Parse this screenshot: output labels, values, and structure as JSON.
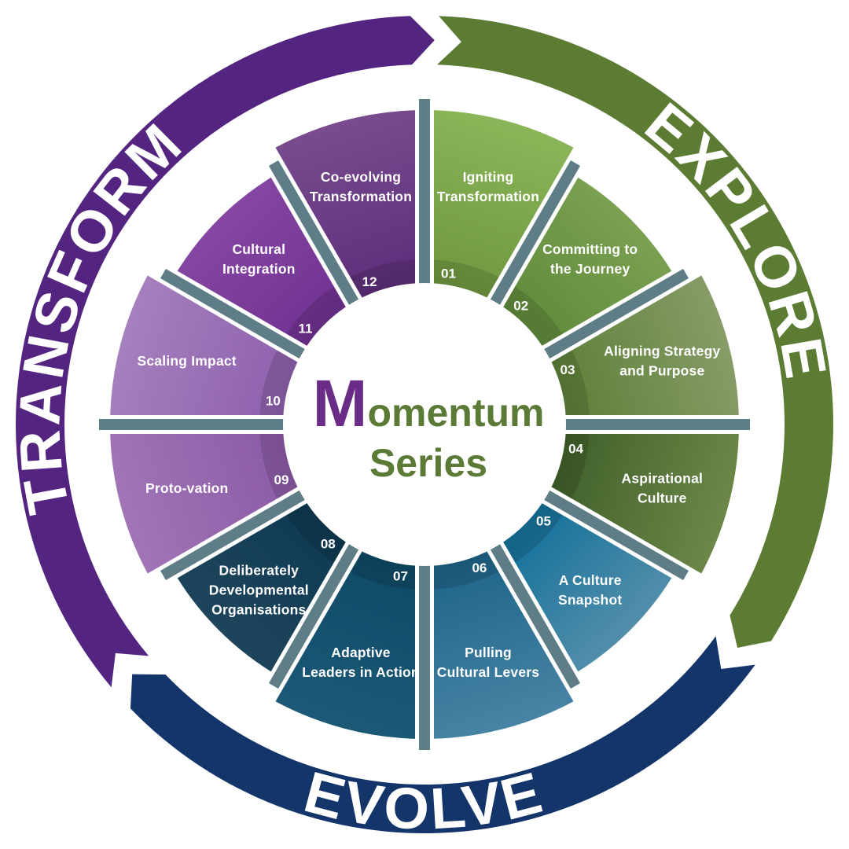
{
  "center": {
    "initial": "M",
    "line1_rest": "omentum",
    "line2": "Series",
    "initial_color": "#6a2c86",
    "text_color": "#5b7a35"
  },
  "phases": [
    {
      "label": "EXPLORE",
      "color": "#5d7c33"
    },
    {
      "label": "EVOLVE",
      "color": "#13356a"
    },
    {
      "label": "TRANSFORM",
      "color": "#532480"
    }
  ],
  "segments": [
    {
      "num": "01",
      "lines": [
        "Igniting",
        "Transformation"
      ],
      "colors": [
        "#8db85a",
        "#6e963f"
      ]
    },
    {
      "num": "02",
      "lines": [
        "Committing to",
        "the Journey"
      ],
      "colors": [
        "#7fa455",
        "#5f8a3a"
      ]
    },
    {
      "num": "03",
      "lines": [
        "Aligning Strategy",
        "and Purpose"
      ],
      "colors": [
        "#8a9e6b",
        "#5c7f37"
      ]
    },
    {
      "num": "04",
      "lines": [
        "Aspirational",
        "Culture"
      ],
      "colors": [
        "#6f8a4a",
        "#3f5f2a"
      ]
    },
    {
      "num": "05",
      "lines": [
        "A Culture",
        "Snapshot"
      ],
      "colors": [
        "#5e93ad",
        "#12709a"
      ]
    },
    {
      "num": "06",
      "lines": [
        "Pulling",
        "Cultural Levers"
      ],
      "colors": [
        "#4a86a6",
        "#1d6388"
      ]
    },
    {
      "num": "07",
      "lines": [
        "Adaptive",
        "Leaders in Action"
      ],
      "colors": [
        "#1d5a78",
        "#0e4a66"
      ]
    },
    {
      "num": "08",
      "lines": [
        "Deliberately",
        "Developmental",
        "Organisations"
      ],
      "colors": [
        "#22475d",
        "#0d3a52"
      ]
    },
    {
      "num": "09",
      "lines": [
        "Proto-vation"
      ],
      "colors": [
        "#a277b8",
        "#8a5aa6"
      ]
    },
    {
      "num": "10",
      "lines": [
        "Scaling Impact"
      ],
      "colors": [
        "#a782bf",
        "#8d5fac"
      ]
    },
    {
      "num": "11",
      "lines": [
        "Cultural",
        "Integration"
      ],
      "colors": [
        "#8a4aa6",
        "#6f3190"
      ]
    },
    {
      "num": "12",
      "lines": [
        "Co-evolving",
        "Transformation"
      ],
      "colors": [
        "#7a4e90",
        "#5c2d7a"
      ]
    }
  ],
  "spoke_color": "#5f7d86",
  "ring_color": "#ffffff"
}
